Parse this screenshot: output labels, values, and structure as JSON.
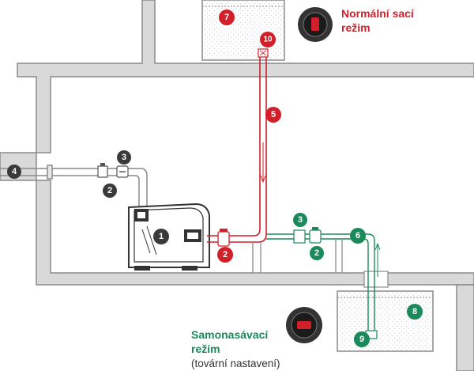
{
  "modes": {
    "normal": {
      "line1": "Normální sací",
      "line2": "režim",
      "color": "#d31f2a"
    },
    "self_priming": {
      "line1": "Samonasávací",
      "line2": "režim",
      "line3": "(tovární nastavení)",
      "color": "#1a8a5a"
    }
  },
  "badges": {
    "pump": "1",
    "valve_red": "2",
    "valve_pressure": "2",
    "valve_green": "2",
    "check_pressure": "3",
    "check_green": "3",
    "pressure_line": "4",
    "suction_red": "5",
    "suction_green": "6",
    "tank_top": "7",
    "tank_bottom": "8",
    "filter_green": "9",
    "filter_red": "10"
  },
  "colors": {
    "red": "#d31f2a",
    "green": "#1a8a5a",
    "dark": "#3a3a3a",
    "wall_fill": "#d9d9d9",
    "wall_stroke": "#8a8a8a"
  }
}
